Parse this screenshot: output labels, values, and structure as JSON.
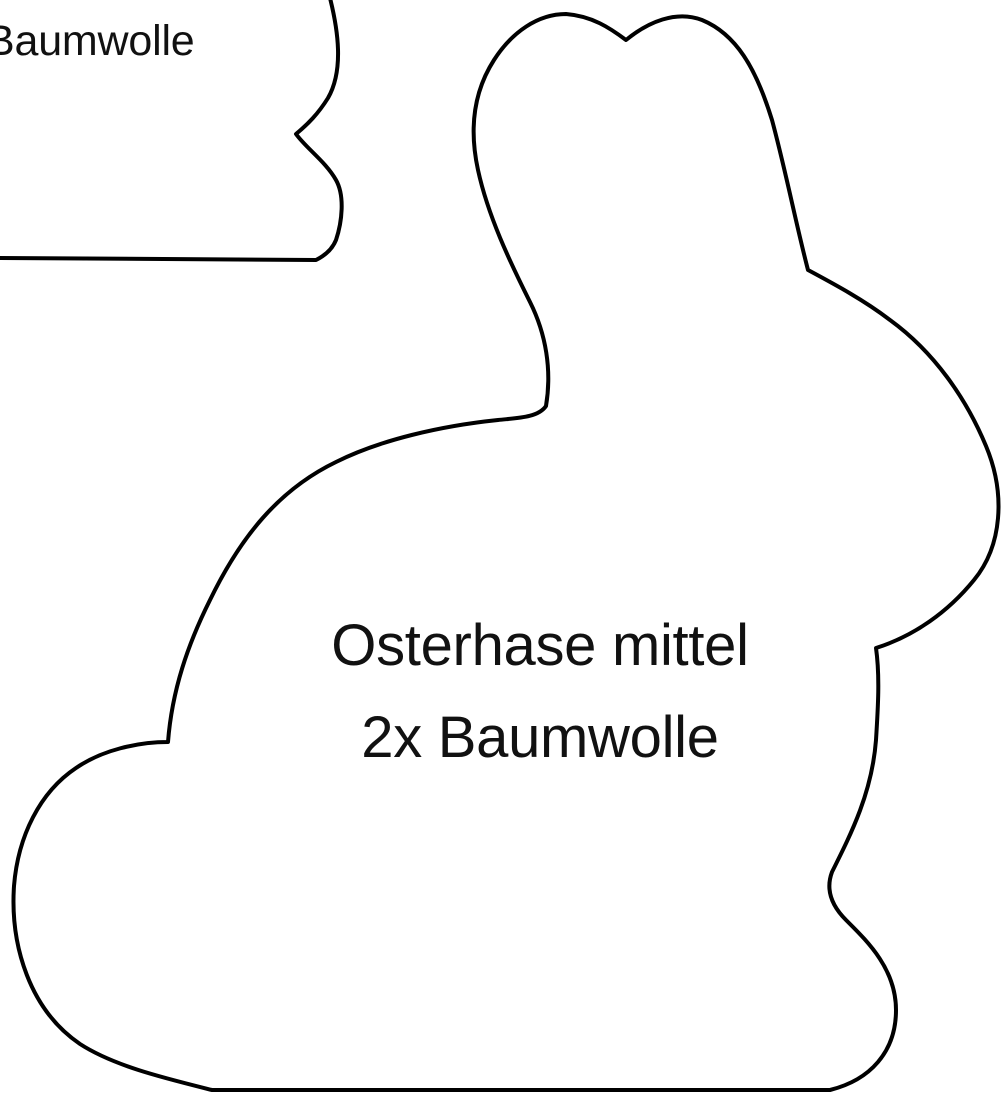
{
  "partial_shape": {
    "label": "Baumwolle"
  },
  "bunny_shape": {
    "name_line": "Osterhase mittel",
    "material_line": "2x Baumwolle"
  },
  "colors": {
    "outline": "#000000",
    "text": "#111111",
    "background": "#ffffff"
  }
}
